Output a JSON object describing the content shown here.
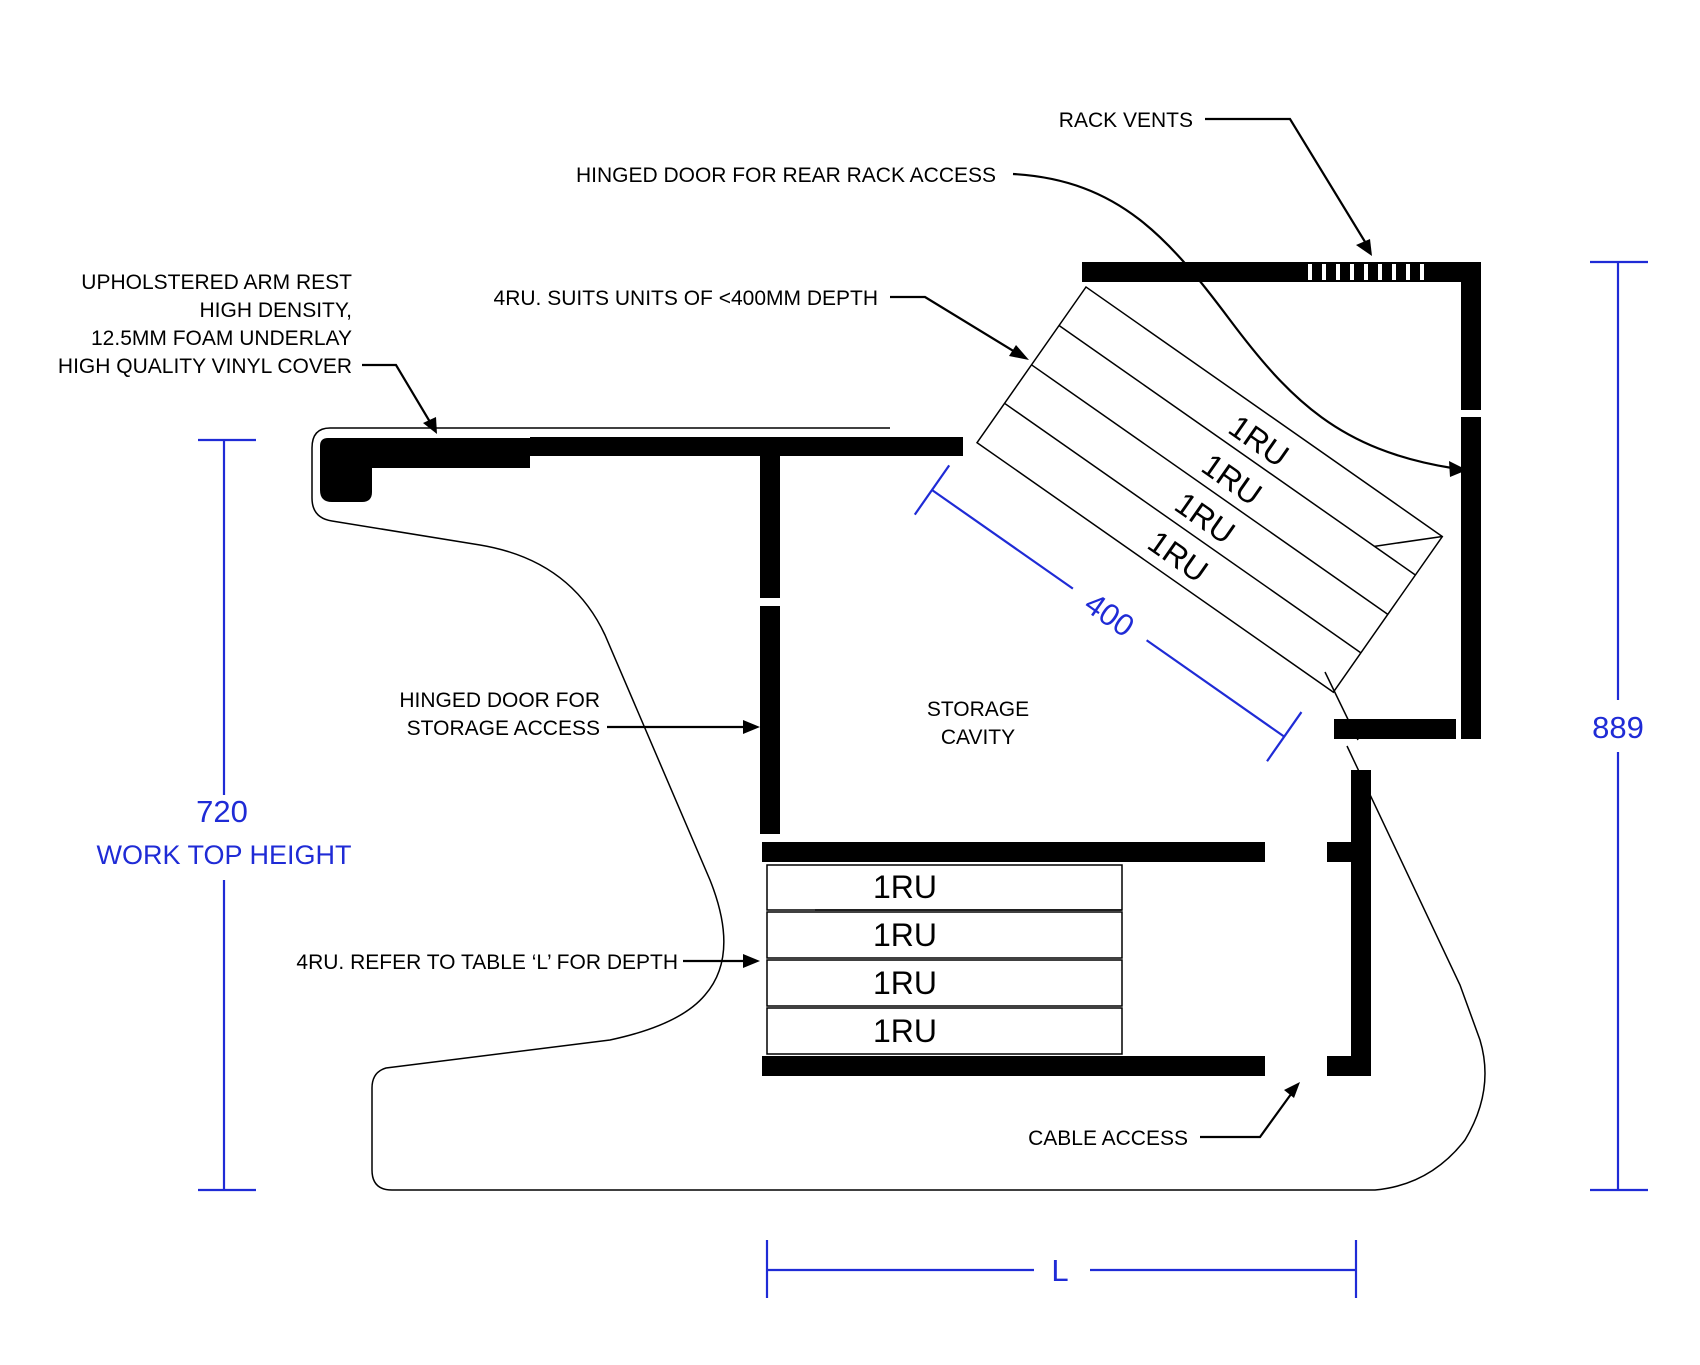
{
  "labels": {
    "rack_vents": "RACK VENTS",
    "hinged_rear": "HINGED DOOR FOR REAR RACK ACCESS",
    "arm_rest": [
      "UPHOLSTERED ARM REST",
      "HIGH DENSITY,",
      "12.5MM  FOAM UNDERLAY",
      "HIGH QUALITY VINYL COVER"
    ],
    "upper_rack": "4RU. SUITS UNITS OF <400MM DEPTH",
    "storage_door": [
      "HINGED DOOR FOR",
      "STORAGE ACCESS"
    ],
    "storage_cavity": [
      "STORAGE",
      "CAVITY"
    ],
    "lower_rack": "4RU. REFER TO TABLE ‘L’ FOR DEPTH",
    "cable_access": "CABLE ACCESS"
  },
  "rack_units": {
    "upper": [
      "1RU",
      "1RU",
      "1RU",
      "1RU"
    ],
    "lower": [
      "1RU",
      "1RU",
      "1RU",
      "1RU"
    ]
  },
  "dimensions": {
    "work_top_value": "720",
    "work_top_label": "WORK TOP HEIGHT",
    "total_height": "889",
    "rack_depth": "400",
    "length": "L"
  },
  "colors": {
    "dimension": "#1f2bd6",
    "line": "#000000"
  }
}
